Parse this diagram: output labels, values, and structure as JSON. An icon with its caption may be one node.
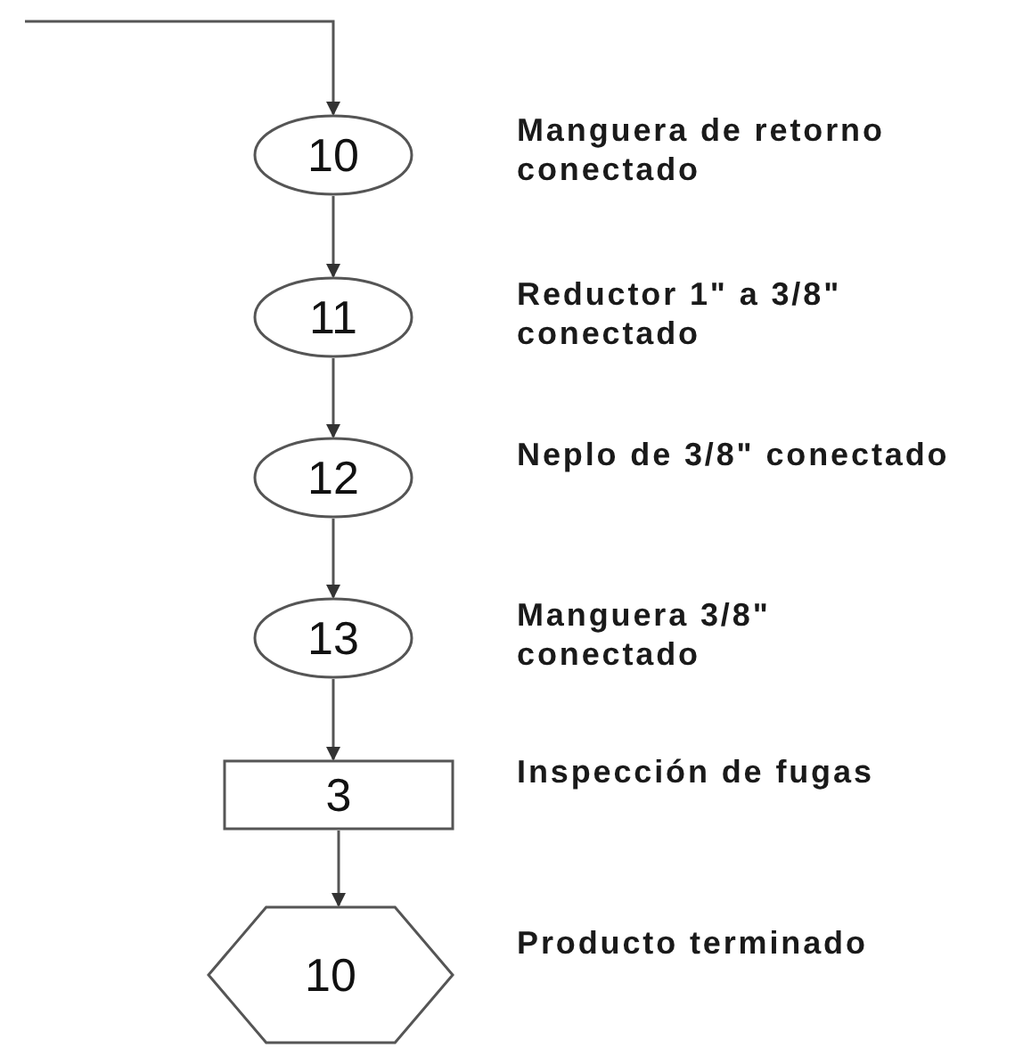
{
  "diagram": {
    "nodes": [
      {
        "text": [
          "10"
        ],
        "beside": [
          "Manguera de retorno conectado"
        ]
      },
      {
        "text": [
          "11"
        ],
        "beside": [
          "Reductor 1\" a 3/8\" conectado"
        ]
      },
      {
        "text": [
          "12"
        ],
        "beside": [
          "Neplo de 3/8\" conectado"
        ]
      },
      {
        "text": [
          "13"
        ],
        "beside": [
          "Manguera 3/8\" conectado"
        ]
      },
      {
        "text": [
          "3"
        ],
        "beside": [
          "Inspección de fugas"
        ]
      },
      {
        "text": [
          "10"
        ],
        "beside": [
          "Producto terminado"
        ]
      }
    ],
    "edges": [
      {
        "from": null,
        "to": 0,
        "arrow": "to"
      },
      {
        "from": 0,
        "to": 1,
        "arrow": "to"
      },
      {
        "from": 1,
        "to": 2,
        "arrow": "to"
      },
      {
        "from": 2,
        "to": 3,
        "arrow": "to"
      },
      {
        "from": 3,
        "to": 4,
        "arrow": "to"
      },
      {
        "from": 4,
        "to": 5,
        "arrow": "to"
      }
    ]
  }
}
